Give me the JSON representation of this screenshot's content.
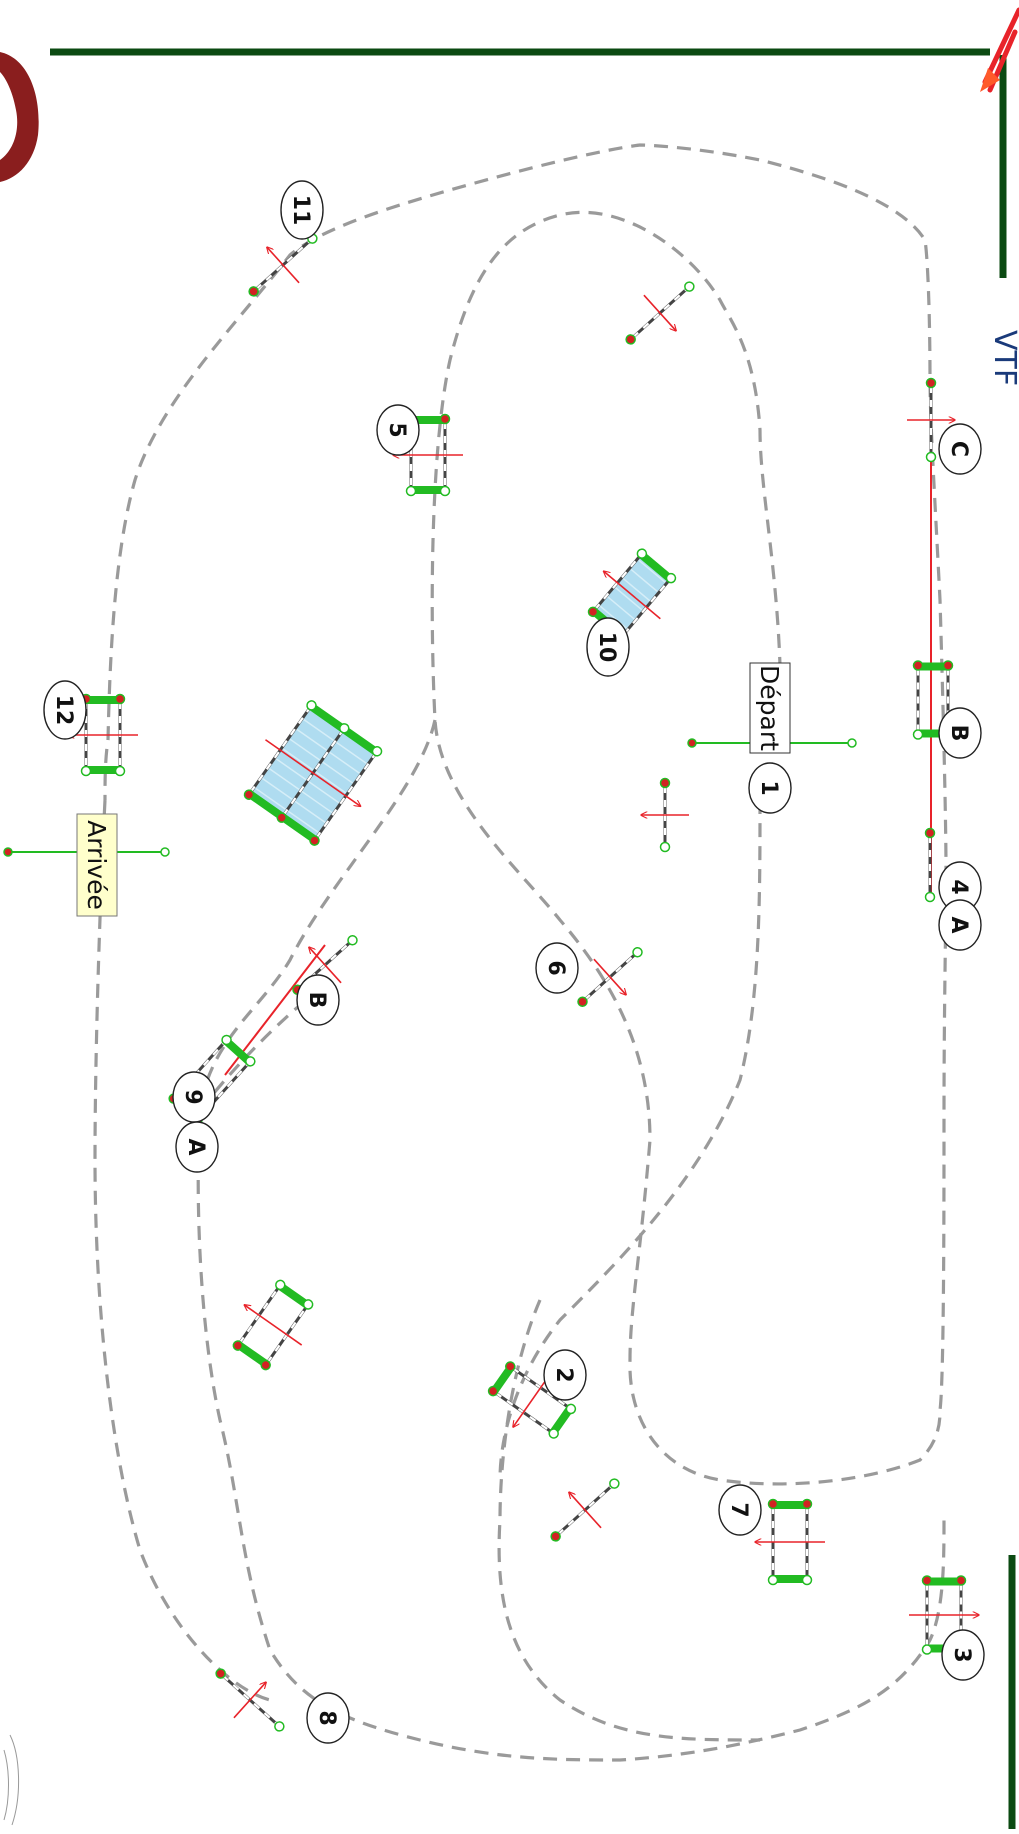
{
  "plan": {
    "start_label": "Départ",
    "finish_label": "Arrivée",
    "partial_title": "VTF",
    "obstacles": [
      {
        "number": "1"
      },
      {
        "number": "2"
      },
      {
        "number": "3"
      },
      {
        "number": "4",
        "elements": [
          "A",
          "B",
          "C"
        ]
      },
      {
        "number": "5"
      },
      {
        "number": "6"
      },
      {
        "number": "7"
      },
      {
        "number": "8"
      },
      {
        "number": "9",
        "elements": [
          "A",
          "B"
        ]
      },
      {
        "number": "10"
      },
      {
        "number": "11"
      },
      {
        "number": "12"
      }
    ],
    "unnumbered_obstacles": 5
  },
  "colors": {
    "arena_border": "#0b4a12",
    "track": "#9a9a9a",
    "direction": "#e8232a",
    "standard": "#22bb22",
    "standard_end": "#d22222",
    "pole": "#111111",
    "water": "#a6d8ee",
    "label_bg": "#ffffcc",
    "emblem": "#8a1e1e"
  }
}
